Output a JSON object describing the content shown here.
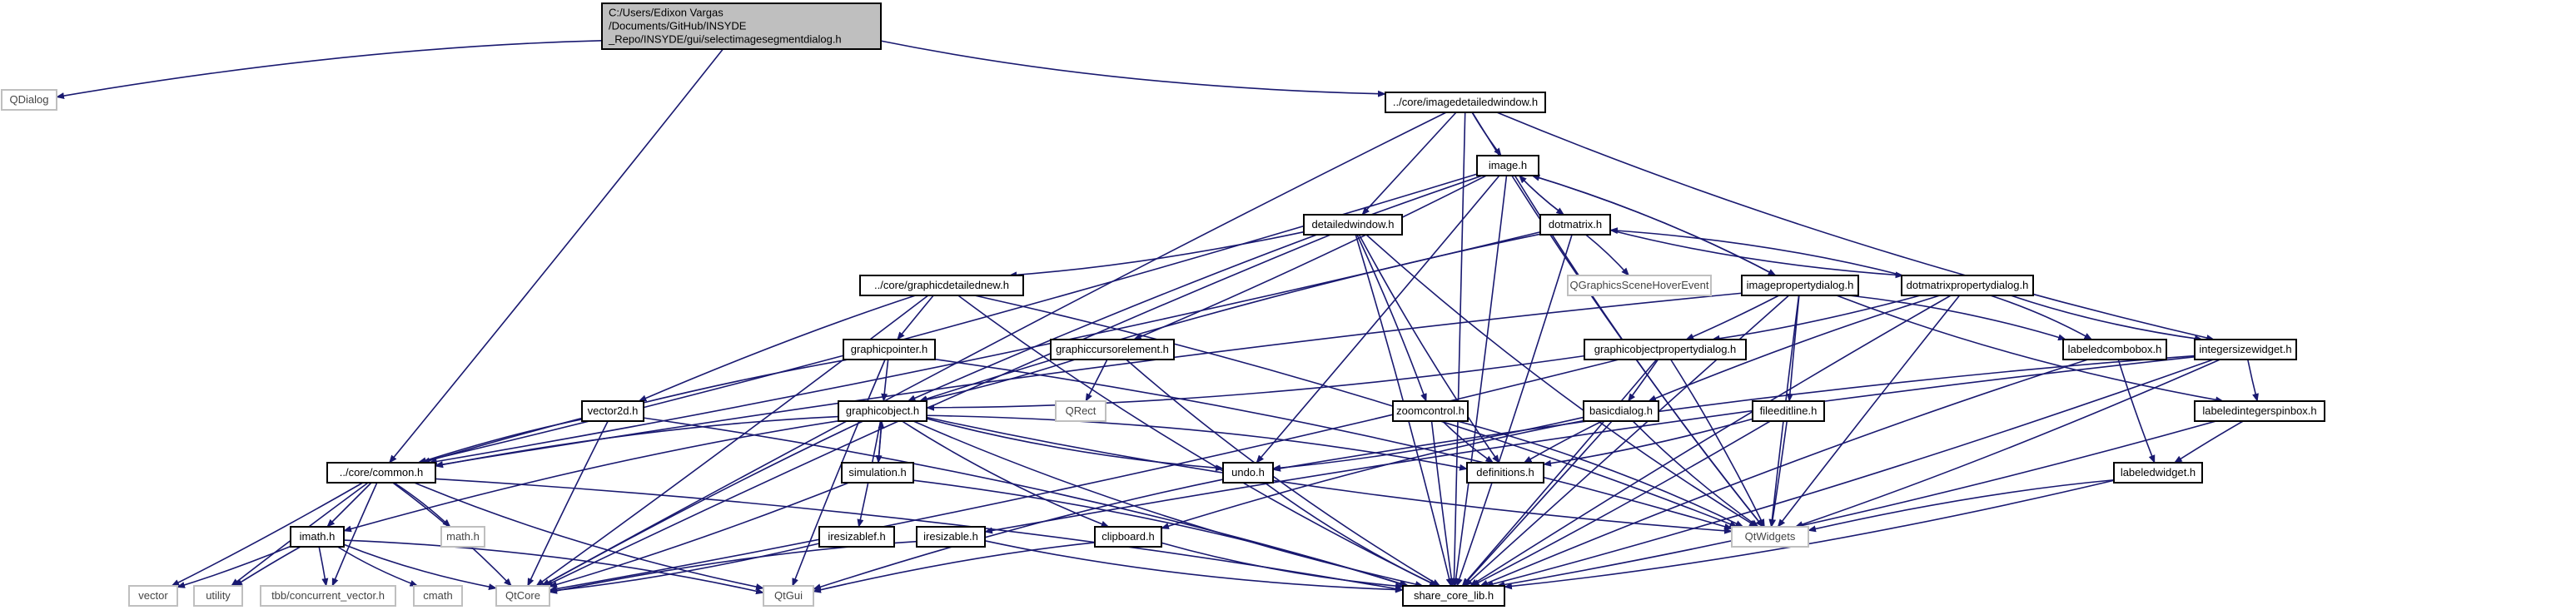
{
  "graph": {
    "colors": {
      "edge": "#191970",
      "root_fill": "#bfbfbf",
      "root_border": "#000000",
      "node_border": "#000000",
      "external_border": "#bfbfbf",
      "text": "#000000",
      "external_text": "#444444"
    },
    "nodes": [
      {
        "id": "root",
        "lines": [
          "C:/Users/Edixon Vargas",
          "/Documents/GitHub/INSYDE",
          "_Repo/INSYDE/gui/selectimagesegmentdialog.h"
        ],
        "kind": "root"
      },
      {
        "id": "qdialog",
        "lines": [
          "QDialog"
        ],
        "kind": "external"
      },
      {
        "id": "imagedetailedwindow",
        "lines": [
          "../core/imagedetailedwindow.h"
        ],
        "kind": "internal"
      },
      {
        "id": "image",
        "lines": [
          "image.h"
        ],
        "kind": "internal"
      },
      {
        "id": "detailedwindow",
        "lines": [
          "detailedwindow.h"
        ],
        "kind": "internal"
      },
      {
        "id": "dotmatrix",
        "lines": [
          "dotmatrix.h"
        ],
        "kind": "internal"
      },
      {
        "id": "graphicdetailednew",
        "lines": [
          "../core/graphicdetailednew.h"
        ],
        "kind": "internal"
      },
      {
        "id": "qgraphicsscenehoverevent",
        "lines": [
          "QGraphicsSceneHoverEvent"
        ],
        "kind": "external"
      },
      {
        "id": "imagepropertydialog",
        "lines": [
          "imagepropertydialog.h"
        ],
        "kind": "internal"
      },
      {
        "id": "dotmatrixpropertydialog",
        "lines": [
          "dotmatrixpropertydialog.h"
        ],
        "kind": "internal"
      },
      {
        "id": "graphicpointer",
        "lines": [
          "graphicpointer.h"
        ],
        "kind": "internal"
      },
      {
        "id": "graphiccursorelement",
        "lines": [
          "graphiccursorelement.h"
        ],
        "kind": "internal"
      },
      {
        "id": "graphicobjectpropertydialog",
        "lines": [
          "graphicobjectpropertydialog.h"
        ],
        "kind": "internal"
      },
      {
        "id": "labeledcombobox",
        "lines": [
          "labeledcombobox.h"
        ],
        "kind": "internal"
      },
      {
        "id": "integersizewidget",
        "lines": [
          "integersizewidget.h"
        ],
        "kind": "internal"
      },
      {
        "id": "vector2d",
        "lines": [
          "vector2d.h"
        ],
        "kind": "internal"
      },
      {
        "id": "qrect",
        "lines": [
          "QRect"
        ],
        "kind": "external"
      },
      {
        "id": "zoomcontrol",
        "lines": [
          "zoomcontrol.h"
        ],
        "kind": "internal"
      },
      {
        "id": "basicdialog",
        "lines": [
          "basicdialog.h"
        ],
        "kind": "internal"
      },
      {
        "id": "fileeditline",
        "lines": [
          "fileeditline.h"
        ],
        "kind": "internal"
      },
      {
        "id": "labeledintegerspinbox",
        "lines": [
          "labeledintegerspinbox.h"
        ],
        "kind": "internal"
      },
      {
        "id": "graphicobject",
        "lines": [
          "graphicobject.h"
        ],
        "kind": "internal"
      },
      {
        "id": "common",
        "lines": [
          "../core/common.h"
        ],
        "kind": "internal"
      },
      {
        "id": "undo",
        "lines": [
          "undo.h"
        ],
        "kind": "internal"
      },
      {
        "id": "definitions",
        "lines": [
          "definitions.h"
        ],
        "kind": "internal"
      },
      {
        "id": "labeledwidget",
        "lines": [
          "labeledwidget.h"
        ],
        "kind": "internal"
      },
      {
        "id": "simulation",
        "lines": [
          "simulation.h"
        ],
        "kind": "internal"
      },
      {
        "id": "imath",
        "lines": [
          "imath.h"
        ],
        "kind": "internal"
      },
      {
        "id": "mathh",
        "lines": [
          "math.h"
        ],
        "kind": "external"
      },
      {
        "id": "iresizablef",
        "lines": [
          "iresizablef.h"
        ],
        "kind": "internal"
      },
      {
        "id": "iresizable",
        "lines": [
          "iresizable.h"
        ],
        "kind": "internal"
      },
      {
        "id": "clipboard",
        "lines": [
          "clipboard.h"
        ],
        "kind": "internal"
      },
      {
        "id": "qtwidgets",
        "lines": [
          "QtWidgets"
        ],
        "kind": "external"
      },
      {
        "id": "vector",
        "lines": [
          "vector"
        ],
        "kind": "external"
      },
      {
        "id": "utility",
        "lines": [
          "utility"
        ],
        "kind": "external"
      },
      {
        "id": "concurrent_vector",
        "lines": [
          "tbb/concurrent_vector.h"
        ],
        "kind": "external"
      },
      {
        "id": "cmath",
        "lines": [
          "cmath"
        ],
        "kind": "external"
      },
      {
        "id": "qtcore",
        "lines": [
          "QtCore"
        ],
        "kind": "external"
      },
      {
        "id": "qtgui",
        "lines": [
          "QtGui"
        ],
        "kind": "external"
      },
      {
        "id": "share_core_lib",
        "lines": [
          "share_core_lib.h"
        ],
        "kind": "internal"
      }
    ],
    "edges": [
      [
        "root",
        "qdialog"
      ],
      [
        "root",
        "imagedetailedwindow"
      ],
      [
        "root",
        "common"
      ],
      [
        "imagedetailedwindow",
        "image"
      ],
      [
        "imagedetailedwindow",
        "detailedwindow"
      ],
      [
        "imagedetailedwindow",
        "integersizewidget"
      ],
      [
        "imagedetailedwindow",
        "qtcore"
      ],
      [
        "imagedetailedwindow",
        "qtwidgets"
      ],
      [
        "imagedetailedwindow",
        "share_core_lib"
      ],
      [
        "image",
        "dotmatrix"
      ],
      [
        "image",
        "imagepropertydialog"
      ],
      [
        "image",
        "graphiccursorelement"
      ],
      [
        "image",
        "graphicobject"
      ],
      [
        "image",
        "common"
      ],
      [
        "image",
        "undo"
      ],
      [
        "image",
        "qtwidgets"
      ],
      [
        "image",
        "share_core_lib"
      ],
      [
        "detailedwindow",
        "graphicdetailednew"
      ],
      [
        "detailedwindow",
        "zoomcontrol"
      ],
      [
        "detailedwindow",
        "definitions"
      ],
      [
        "detailedwindow",
        "qtcore"
      ],
      [
        "detailedwindow",
        "qtwidgets"
      ],
      [
        "detailedwindow",
        "share_core_lib"
      ],
      [
        "dotmatrix",
        "image"
      ],
      [
        "dotmatrix",
        "qgraphicsscenehoverevent"
      ],
      [
        "dotmatrix",
        "dotmatrixpropertydialog"
      ],
      [
        "dotmatrix",
        "graphicobject"
      ],
      [
        "dotmatrix",
        "common"
      ],
      [
        "dotmatrix",
        "share_core_lib"
      ],
      [
        "graphicdetailednew",
        "graphicpointer"
      ],
      [
        "graphicdetailednew",
        "vector2d"
      ],
      [
        "graphicdetailednew",
        "qtcore"
      ],
      [
        "graphicdetailednew",
        "qtwidgets"
      ],
      [
        "graphicdetailednew",
        "share_core_lib"
      ],
      [
        "imagepropertydialog",
        "image"
      ],
      [
        "imagepropertydialog",
        "graphicobjectpropertydialog"
      ],
      [
        "imagepropertydialog",
        "labeledcombobox"
      ],
      [
        "imagepropertydialog",
        "fileeditline"
      ],
      [
        "imagepropertydialog",
        "common"
      ],
      [
        "imagepropertydialog",
        "qtwidgets"
      ],
      [
        "imagepropertydialog",
        "share_core_lib"
      ],
      [
        "imagepropertydialog",
        "labeledintegerspinbox"
      ],
      [
        "dotmatrixpropertydialog",
        "dotmatrix"
      ],
      [
        "dotmatrixpropertydialog",
        "graphicobjectpropertydialog"
      ],
      [
        "dotmatrixpropertydialog",
        "labeledcombobox"
      ],
      [
        "dotmatrixpropertydialog",
        "integersizewidget"
      ],
      [
        "dotmatrixpropertydialog",
        "basicdialog"
      ],
      [
        "dotmatrixpropertydialog",
        "qtwidgets"
      ],
      [
        "dotmatrixpropertydialog",
        "share_core_lib"
      ],
      [
        "graphicpointer",
        "graphicobject"
      ],
      [
        "graphicpointer",
        "common"
      ],
      [
        "graphicpointer",
        "qtgui"
      ],
      [
        "graphicpointer",
        "qtwidgets"
      ],
      [
        "graphiccursorelement",
        "graphicobject"
      ],
      [
        "graphiccursorelement",
        "qrect"
      ],
      [
        "graphiccursorelement",
        "share_core_lib"
      ],
      [
        "graphicobjectpropertydialog",
        "basicdialog"
      ],
      [
        "graphicobjectpropertydialog",
        "graphicobject"
      ],
      [
        "graphicobjectpropertydialog",
        "qtwidgets"
      ],
      [
        "graphicobjectpropertydialog",
        "qtcore"
      ],
      [
        "graphicobjectpropertydialog",
        "share_core_lib"
      ],
      [
        "labeledcombobox",
        "labeledwidget"
      ],
      [
        "labeledcombobox",
        "share_core_lib"
      ],
      [
        "integersizewidget",
        "labeledintegerspinbox"
      ],
      [
        "integersizewidget",
        "undo"
      ],
      [
        "integersizewidget",
        "qtwidgets"
      ],
      [
        "integersizewidget",
        "iresizable"
      ],
      [
        "integersizewidget",
        "share_core_lib"
      ],
      [
        "vector2d",
        "common"
      ],
      [
        "vector2d",
        "qtcore"
      ],
      [
        "vector2d",
        "share_core_lib"
      ],
      [
        "zoomcontrol",
        "definitions"
      ],
      [
        "zoomcontrol",
        "qtwidgets"
      ],
      [
        "zoomcontrol",
        "share_core_lib"
      ],
      [
        "basicdialog",
        "definitions"
      ],
      [
        "basicdialog",
        "undo"
      ],
      [
        "basicdialog",
        "clipboard"
      ],
      [
        "basicdialog",
        "qtwidgets"
      ],
      [
        "basicdialog",
        "share_core_lib"
      ],
      [
        "fileeditline",
        "definitions"
      ],
      [
        "fileeditline",
        "qtwidgets"
      ],
      [
        "fileeditline",
        "share_core_lib"
      ],
      [
        "labeledintegerspinbox",
        "labeledwidget"
      ],
      [
        "labeledintegerspinbox",
        "share_core_lib"
      ],
      [
        "labeledwidget",
        "qtwidgets"
      ],
      [
        "labeledwidget",
        "share_core_lib"
      ],
      [
        "graphicobject",
        "common"
      ],
      [
        "graphicobject",
        "simulation"
      ],
      [
        "graphicobject",
        "iresizablef"
      ],
      [
        "graphicobject",
        "undo"
      ],
      [
        "graphicobject",
        "definitions"
      ],
      [
        "graphicobject",
        "clipboard"
      ],
      [
        "graphicobject",
        "imath"
      ],
      [
        "graphicobject",
        "qtwidgets"
      ],
      [
        "graphicobject",
        "qtcore"
      ],
      [
        "graphicobject",
        "share_core_lib"
      ],
      [
        "simulation",
        "graphicobject"
      ],
      [
        "simulation",
        "qtcore"
      ],
      [
        "simulation",
        "share_core_lib"
      ],
      [
        "common",
        "imath"
      ],
      [
        "common",
        "mathh"
      ],
      [
        "common",
        "vector"
      ],
      [
        "common",
        "utility"
      ],
      [
        "common",
        "concurrent_vector"
      ],
      [
        "common",
        "qtcore"
      ],
      [
        "common",
        "qtgui"
      ],
      [
        "common",
        "share_core_lib"
      ],
      [
        "imath",
        "vector"
      ],
      [
        "imath",
        "utility"
      ],
      [
        "imath",
        "cmath"
      ],
      [
        "imath",
        "concurrent_vector"
      ],
      [
        "imath",
        "qtcore"
      ],
      [
        "imath",
        "qtgui"
      ],
      [
        "iresizablef",
        "qtcore"
      ],
      [
        "iresizable",
        "qtcore"
      ],
      [
        "iresizable",
        "share_core_lib"
      ],
      [
        "undo",
        "qtgui"
      ],
      [
        "undo",
        "share_core_lib"
      ],
      [
        "clipboard",
        "qtgui"
      ],
      [
        "clipboard",
        "share_core_lib"
      ]
    ]
  }
}
